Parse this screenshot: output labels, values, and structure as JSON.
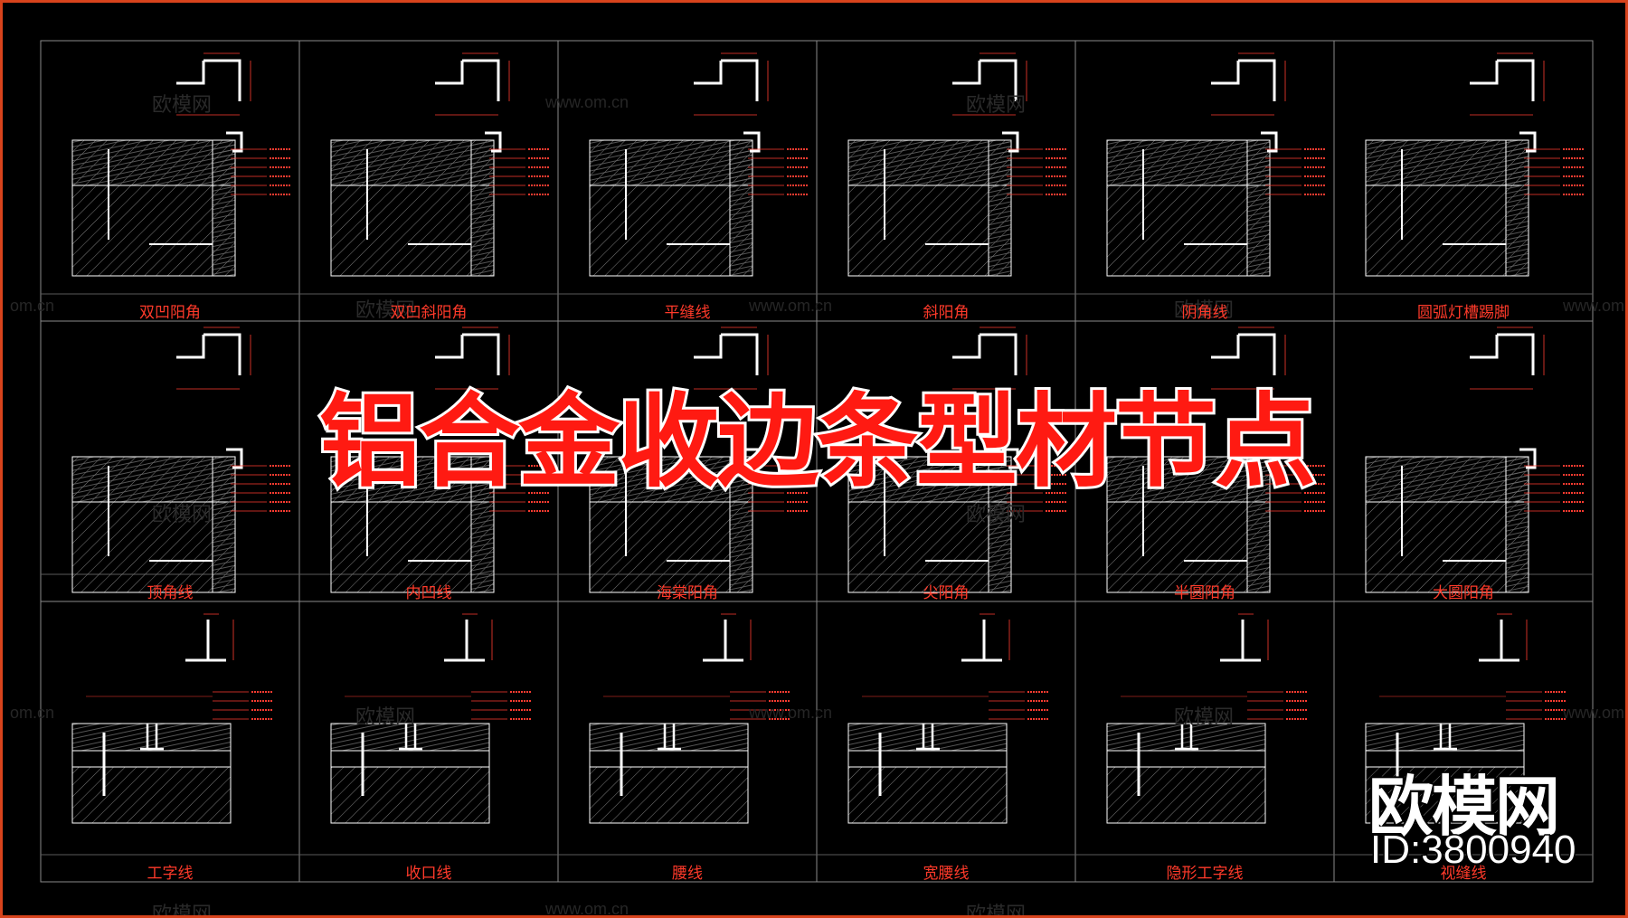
{
  "title": "铝合金收边条型材节点",
  "cells": [
    {
      "label": "双凹阳角"
    },
    {
      "label": "双凹斜阳角"
    },
    {
      "label": "平缝线"
    },
    {
      "label": "斜阳角"
    },
    {
      "label": "阴角线"
    },
    {
      "label": "圆弧灯槽踢脚"
    },
    {
      "label": "顶角线"
    },
    {
      "label": "内凹线"
    },
    {
      "label": "海棠阳角"
    },
    {
      "label": "尖阳角"
    },
    {
      "label": "半圆阳角"
    },
    {
      "label": "大圆阳角"
    },
    {
      "label": "工字线"
    },
    {
      "label": "收口线"
    },
    {
      "label": "腰线"
    },
    {
      "label": "宽腰线"
    },
    {
      "label": "隐形工字线"
    },
    {
      "label": "视缝线"
    }
  ],
  "watermark": {
    "text": "欧模网",
    "url": "www.om.cn",
    "url_short": "om.cn"
  },
  "brand": {
    "name": "欧模网",
    "id": "ID:3800940"
  },
  "colors": {
    "background": "#000000",
    "frame": "#d8431c",
    "label": "#ff3a2a",
    "line": "#ffffff",
    "dimension": "#ff3b30",
    "title_fill": "#ff1a12",
    "title_stroke": "#ffffff"
  }
}
